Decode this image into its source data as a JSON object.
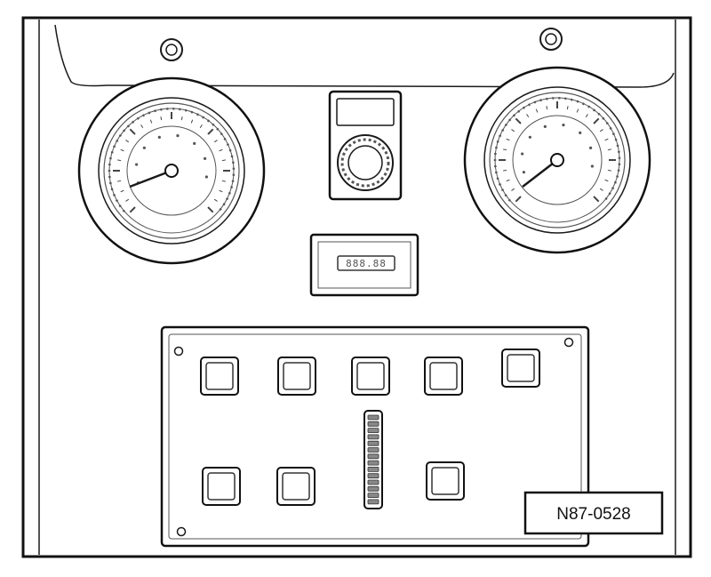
{
  "figure": {
    "reference_label": "N87-0528",
    "display_readout": "888.88"
  },
  "panel": {
    "top_row_button_count": 5,
    "bottom_row_button_count": 3,
    "led_segment_count": 14
  }
}
